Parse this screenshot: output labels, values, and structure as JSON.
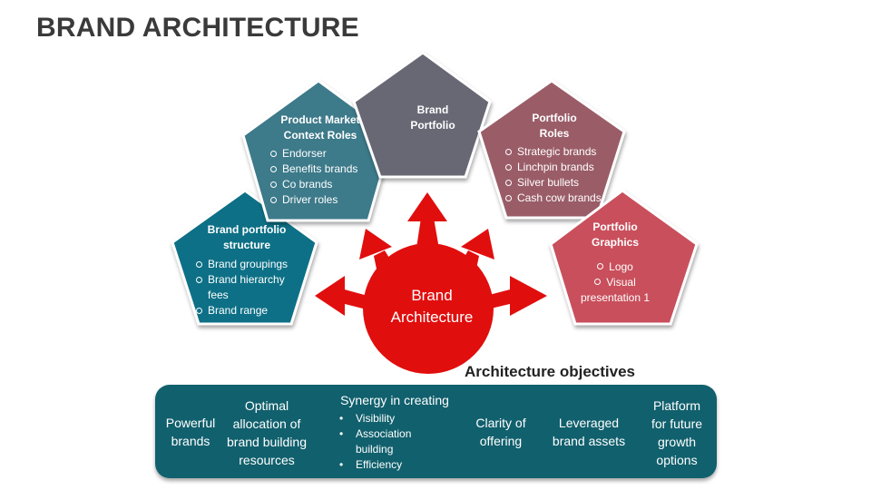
{
  "title": "BRAND ARCHITECTURE",
  "colors": {
    "teal_dark": "#0c6f86",
    "teal_mid": "#3d7a8a",
    "gray": "#686874",
    "mauve": "#9a5d67",
    "red_soft": "#c94f5c",
    "center_red": "#e10e0e",
    "objectives_bar": "#11606d"
  },
  "center": {
    "label_line1": "Brand",
    "label_line2": "Architecture"
  },
  "pentagons": {
    "structure": {
      "heading": "Brand portfolio structure",
      "items": [
        "Brand groupings",
        "Brand hierarchy fees",
        "Brand range"
      ]
    },
    "context": {
      "heading": "Product Market Context Roles",
      "items": [
        "Endorser",
        "Benefits brands",
        "Co brands",
        "Driver roles"
      ]
    },
    "portfolio": {
      "heading_line1": "Brand",
      "heading_line2": "Portfolio"
    },
    "roles": {
      "heading_line1": "Portfolio",
      "heading_line2": "Roles",
      "items": [
        "Strategic brands",
        "Linchpin brands",
        "Silver bullets",
        "Cash cow brands"
      ]
    },
    "graphics": {
      "heading_line1": "Portfolio",
      "heading_line2": "Graphics",
      "items": [
        "Logo",
        "Visual presentation 1"
      ]
    }
  },
  "objectives": {
    "heading": "Architecture objectives",
    "items": [
      {
        "label": "Powerful brands"
      },
      {
        "label": "Optimal allocation of brand building resources"
      },
      {
        "label": "Synergy in creating",
        "bullets": [
          "Visibility",
          "Association building",
          "Efficiency"
        ]
      },
      {
        "label": "Clarity of offering"
      },
      {
        "label": "Leveraged brand assets"
      },
      {
        "label": "Platform for future growth options"
      }
    ]
  }
}
